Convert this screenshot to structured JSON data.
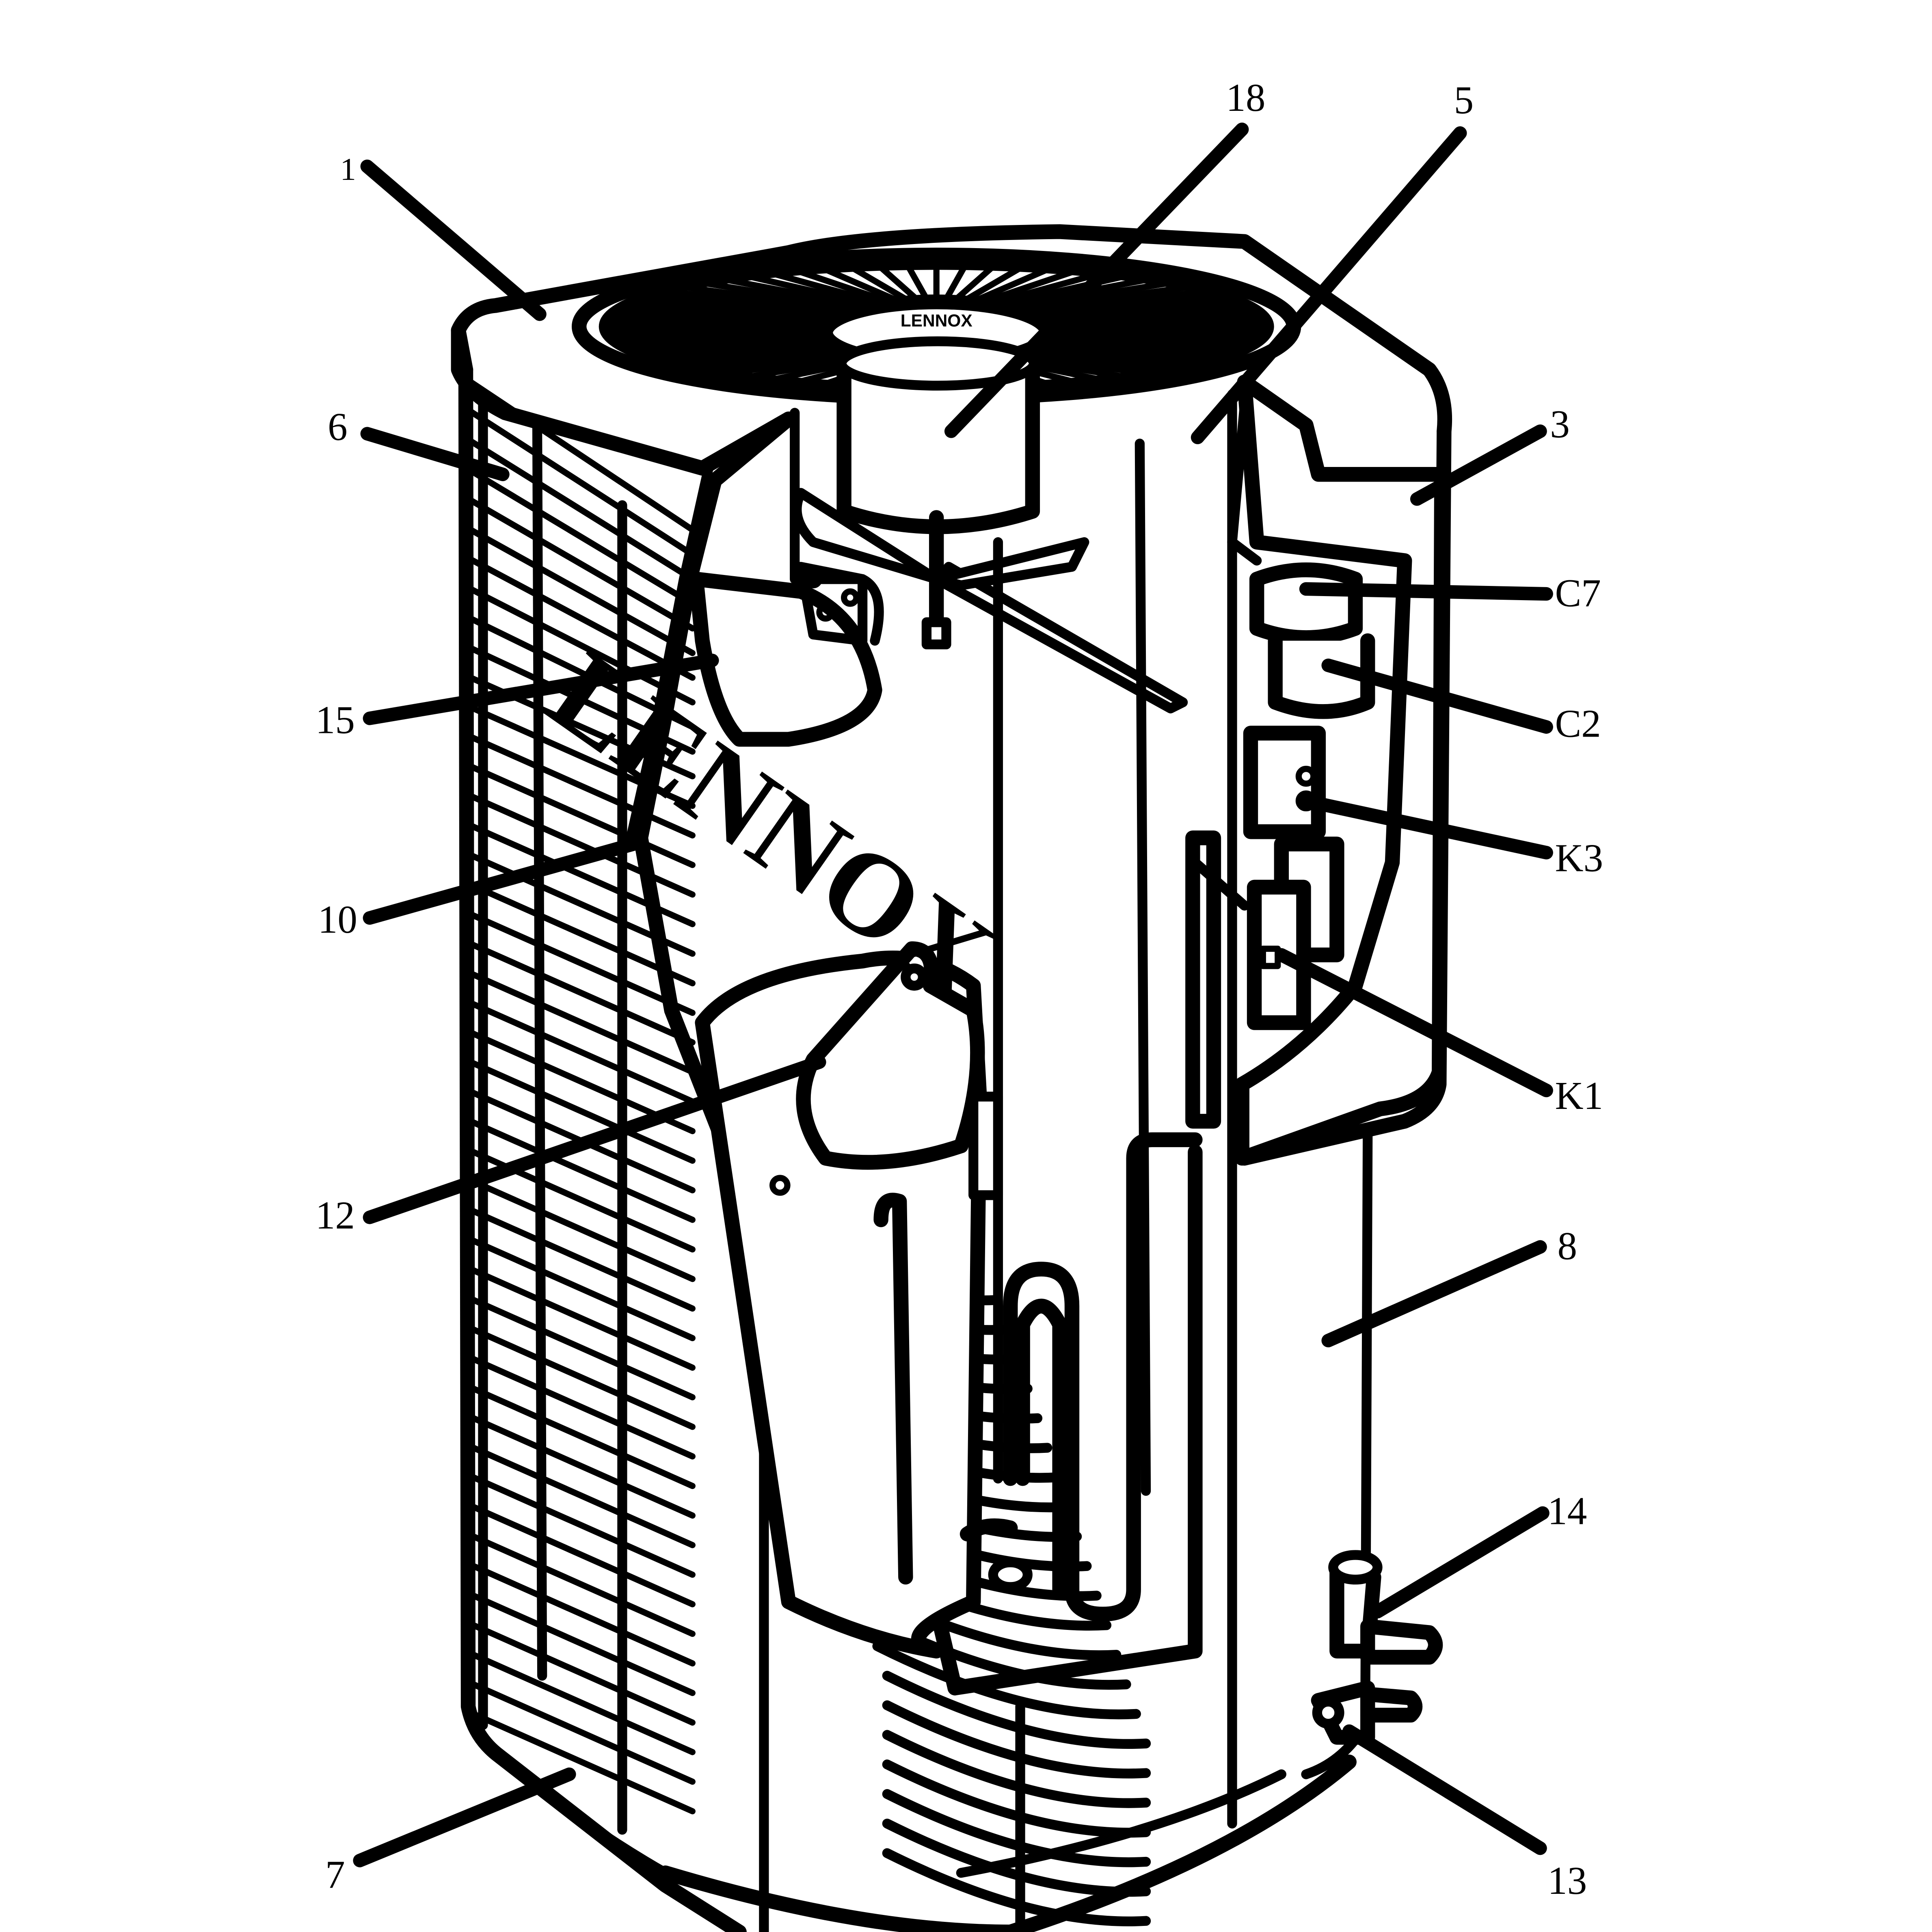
{
  "diagram": {
    "brand_mark": "LENNOX",
    "callouts": [
      {
        "id": "1",
        "text": "1"
      },
      {
        "id": "18",
        "text": "18"
      },
      {
        "id": "5",
        "text": "5"
      },
      {
        "id": "3",
        "text": "3"
      },
      {
        "id": "6",
        "text": "6"
      },
      {
        "id": "C7",
        "text": "C7"
      },
      {
        "id": "C2",
        "text": "C2"
      },
      {
        "id": "15",
        "text": "15"
      },
      {
        "id": "K3",
        "text": "K3"
      },
      {
        "id": "10",
        "text": "10"
      },
      {
        "id": "K1",
        "text": "K1"
      },
      {
        "id": "12",
        "text": "12"
      },
      {
        "id": "8",
        "text": "8"
      },
      {
        "id": "14",
        "text": "14"
      },
      {
        "id": "7",
        "text": "7"
      },
      {
        "id": "13",
        "text": "13"
      }
    ]
  }
}
